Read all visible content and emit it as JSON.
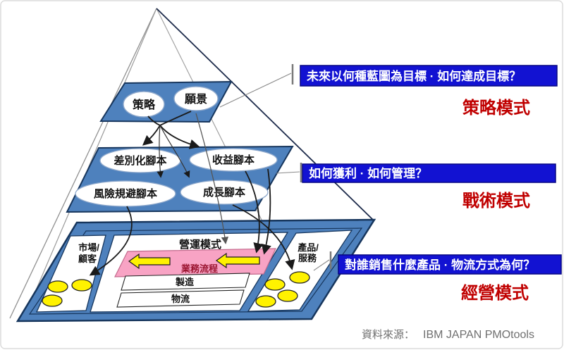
{
  "pyramid": {
    "levels": {
      "strategy": {
        "oval1": "策略",
        "oval2": "願景"
      },
      "tactics": {
        "oval1": "差別化腳本",
        "oval2": "收益腳本",
        "oval3": "風險規避腳本",
        "oval4": "成長腳本"
      },
      "operations": {
        "market_label1": "市場/",
        "market_label2": "顧客",
        "product_label1": "產品/",
        "product_label2": "服務",
        "center_title": "營運模式",
        "process": "業務流程",
        "manufacturing": "製造",
        "logistics": "物流"
      }
    }
  },
  "callouts": [
    {
      "question": "未來以何種藍圖為目標 · 如何達成目標？",
      "mode_label": "策略模式"
    },
    {
      "question": "如何獲利 · 如何管理？",
      "mode_label": "戰術模式"
    },
    {
      "question": "對誰銷售什麼產品 · 物流方式為何？",
      "mode_label": "經營模式"
    }
  ],
  "footer": {
    "source_label": "資料來源：",
    "source_value": "IBM JAPAN  PMOtools"
  },
  "colors": {
    "level_fill": "#4E81BD",
    "level_border": "#17365D",
    "callout_bg": "#1212D2",
    "callout_border": "#060683",
    "callout_text": "#FFFFFF",
    "mode_label_red": "#C00000",
    "process_fill": "#F8A3C4",
    "process_text": "#9B1531",
    "highlight_yellow": "#FFF200",
    "connector_gray": "#8A8A8A",
    "flow_black": "#1A1A1A",
    "source_text": "#6F6F6F"
  }
}
